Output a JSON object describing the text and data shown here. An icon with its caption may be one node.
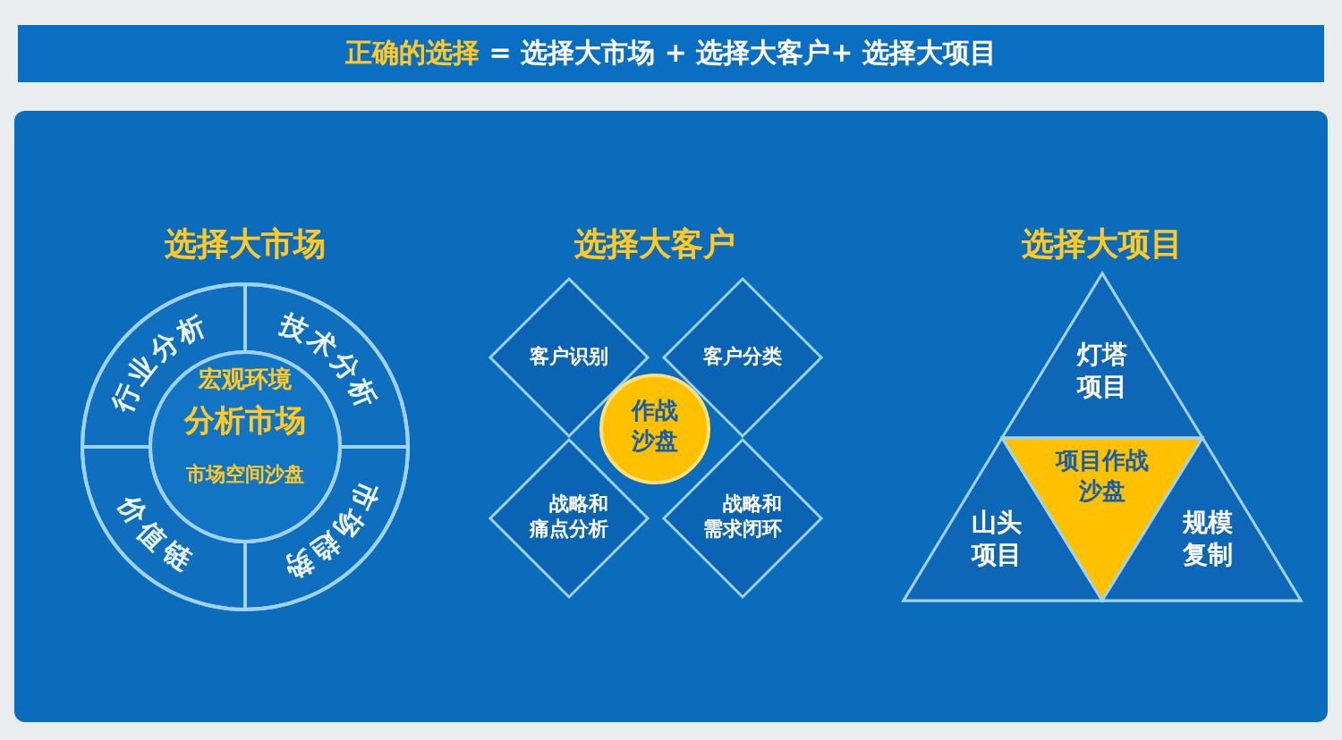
{
  "diagram": {
    "title": "**正确的选择** = 选择大市场 + 选择大客户+ 选择大项目",
    "nodes": [
      {
        "text": [
          "选择大市场"
        ]
      },
      {
        "text": [
          "行业分析"
        ],
        "in": 0
      },
      {
        "text": [
          "技术分析"
        ],
        "in": 0
      },
      {
        "text": [
          "宏观环境",
          "分析市场",
          "市场空间沙盘"
        ],
        "in": 0
      },
      {
        "text": [
          "价值链"
        ],
        "in": 0
      },
      {
        "text": [
          "市场趋势"
        ],
        "in": 0
      },
      {
        "text": [
          "客户识别"
        ]
      },
      {
        "text": [
          "客户分类"
        ]
      },
      {
        "text": [
          "作战沙盘"
        ]
      },
      {
        "text": [
          "战略和痛点分析"
        ]
      },
      {
        "text": [
          "战略和需求闭环"
        ]
      },
      {
        "text": [
          "选择大项目"
        ]
      },
      {
        "text": [
          "灯塔项目"
        ],
        "in": 11
      },
      {
        "text": [
          "山头项目"
        ],
        "in": 11
      },
      {
        "text": [
          "项目作战沙盘"
        ],
        "in": 11
      },
      {
        "text": [
          "规模复制"
        ],
        "in": 11
      }
    ],
    "labels": [
      "选择大客户"
    ]
  }
}
